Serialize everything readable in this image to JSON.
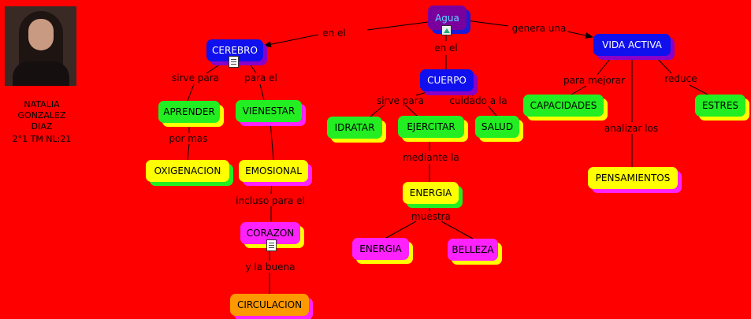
{
  "author": {
    "line1": "NATALIA",
    "line2": "GONZALEZ",
    "line3": "DIAZ",
    "line4": "2°1  TM  NL:21"
  },
  "nodes": {
    "agua": "Agua",
    "cerebro": "CEREBRO",
    "cuerpo": "CUERPO",
    "vida_activa": "VIDA ACTIVA",
    "aprender": "APRENDER",
    "vienestar": "VIENESTAR",
    "oxigenacion": "OXIGENACION",
    "emosional": "EMOSIONAL",
    "corazon": "CORAZON",
    "circulacion": "CIRCULACION",
    "idratar": "IDRATAR",
    "ejercitar": "EJERCITAR",
    "salud": "SALUD",
    "energia_yellow": "ENERGIA",
    "energia_magenta": "ENERGIA",
    "belleza": "BELLEZA",
    "capacidades": "CAPACIDADES",
    "estres": "ESTRES",
    "pensamientos": "PENSAMIENTOS"
  },
  "links": {
    "en_el_left": "en el",
    "en_el_mid": "en el",
    "genera_una": "genera una",
    "sirve_para_left": "sirve para",
    "para_el": "para el",
    "por_mas": "por mas",
    "incluso_para_el": "incluso para el",
    "y_la_buena": "y la buena",
    "sirve_para_mid": "sirve para",
    "cuidado_a_la": "cuidado a la",
    "mediante_la": "mediante la",
    "muestra": "muestra",
    "para_mejorar": "para mejorar",
    "reduce": "reduce",
    "analizar_los": "analizar los"
  }
}
